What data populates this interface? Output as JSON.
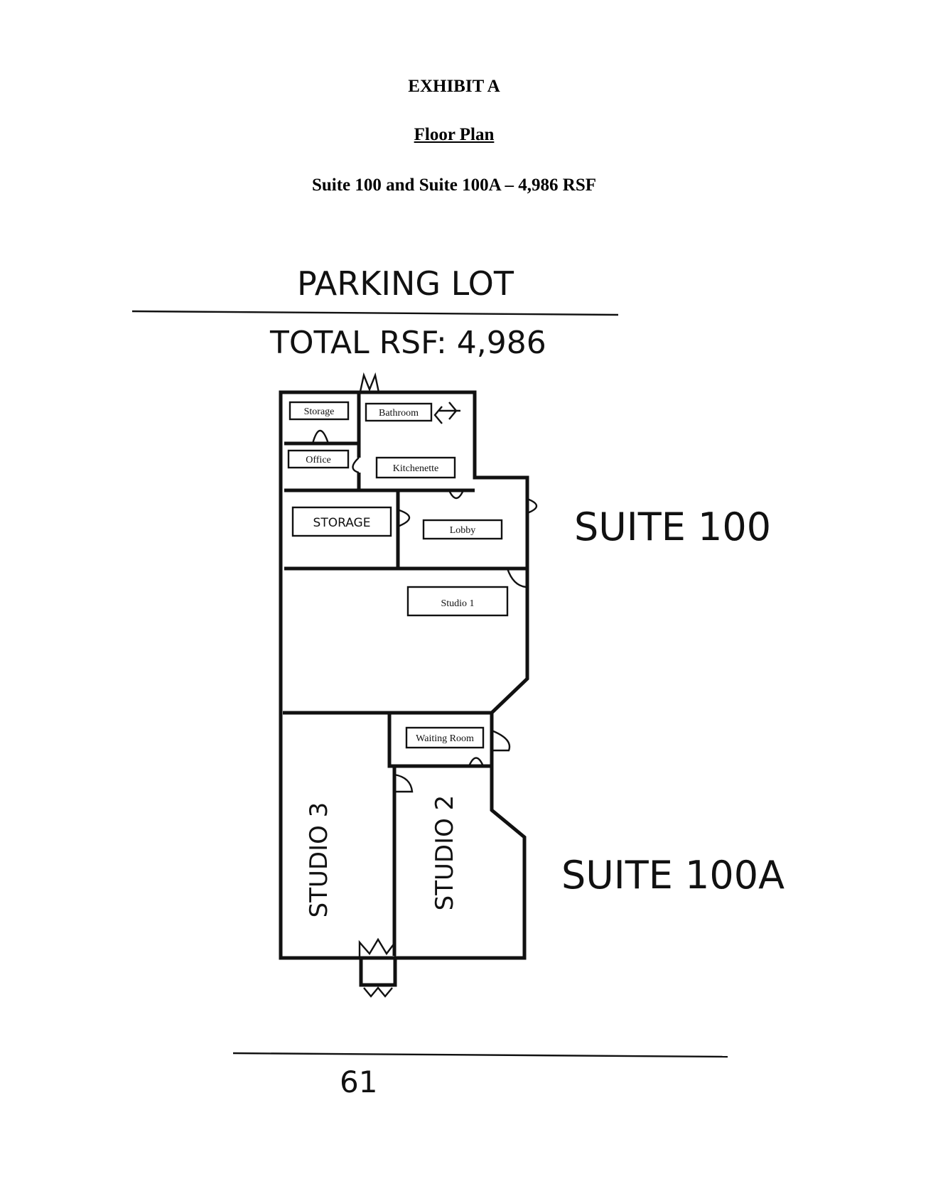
{
  "header": {
    "title": "EXHIBIT A",
    "subtitle": "Floor Plan",
    "suite_line": "Suite 100 and Suite 100A – 4,986 RSF"
  },
  "plan": {
    "parking_lot": "PARKING LOT",
    "total_rsf": "TOTAL RSF: 4,986",
    "suite_100": "SUITE 100",
    "suite_100a": "SUITE 100A",
    "street_number": "61",
    "rooms": {
      "storage_small": "Storage",
      "bathroom": "Bathroom",
      "office": "Office",
      "kitchenette": "Kitchenette",
      "storage_large": "STORAGE",
      "lobby": "Lobby",
      "studio_1": "Studio 1",
      "waiting_room": "Waiting Room",
      "studio_3": "STUDIO 3",
      "studio_2": "STUDIO 2"
    }
  }
}
